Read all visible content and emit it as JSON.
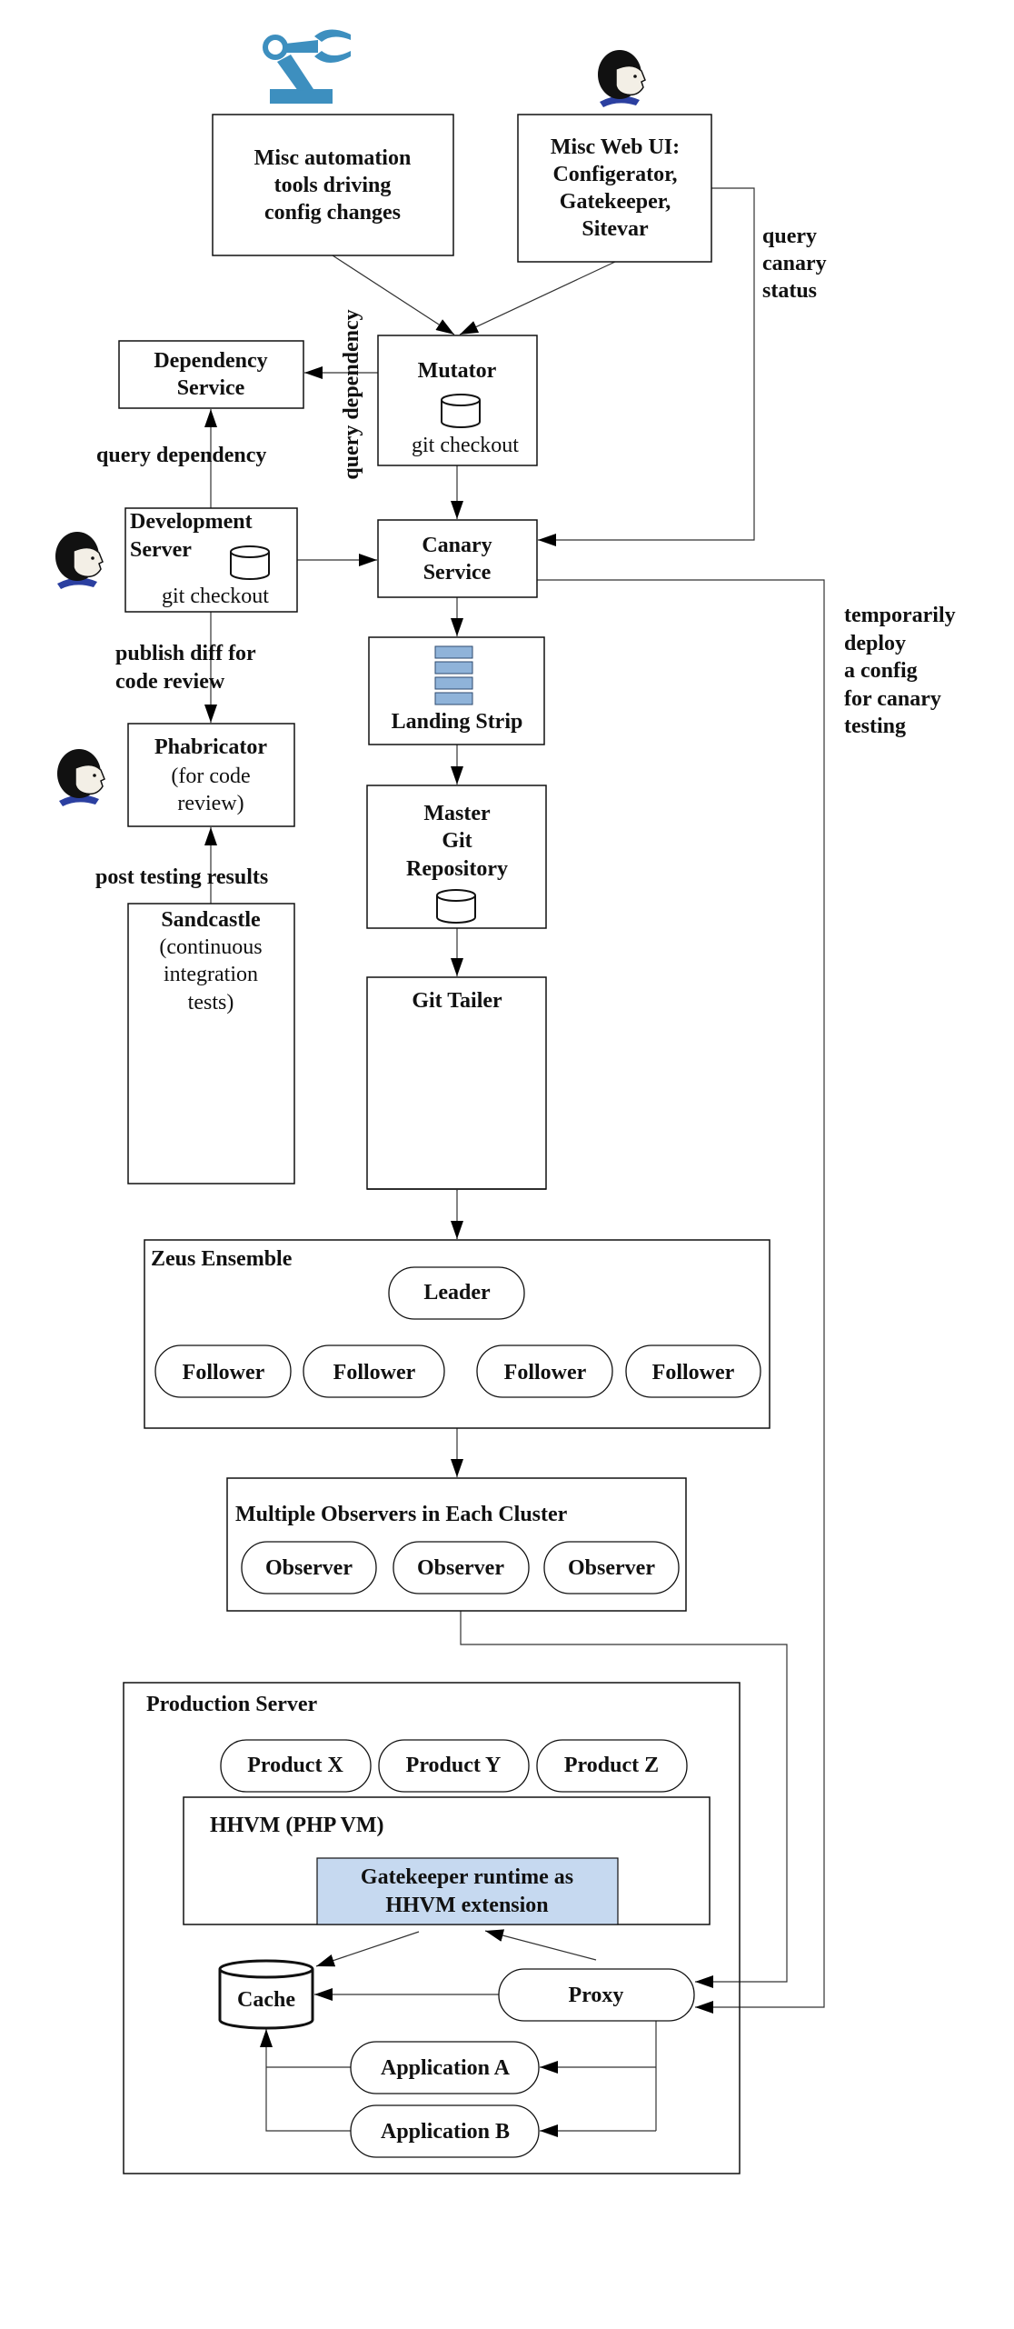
{
  "nodes": {
    "automation": [
      "Misc automation",
      "tools driving",
      "config changes"
    ],
    "web_ui": [
      "Misc Web UI:",
      "Configerator,",
      "Gatekeeper,",
      "Sitevar"
    ],
    "dependency_service": [
      "Dependency",
      "Service"
    ],
    "mutator": {
      "title": "Mutator",
      "sub": "git checkout"
    },
    "dev_server": {
      "title": [
        "Development",
        "Server"
      ],
      "sub": "git checkout"
    },
    "canary": [
      "Canary",
      "Service"
    ],
    "landing_strip": "Landing Strip",
    "phabricator": [
      "Phabricator",
      "(for code",
      "review)"
    ],
    "sandcastle": [
      "Sandcastle",
      "(continuous",
      "integration",
      "tests)"
    ],
    "master_git": [
      "Master",
      "Git",
      "Repository"
    ],
    "git_tailer": "Git Tailer",
    "zeus": {
      "title": "Zeus Ensemble",
      "leader": "Leader",
      "followers": [
        "Follower",
        "Follower",
        "Follower",
        "Follower"
      ]
    },
    "observers": {
      "title": "Multiple Observers in Each Cluster",
      "items": [
        "Observer",
        "Observer",
        "Observer"
      ]
    },
    "production": {
      "title": "Production Server",
      "products": [
        "Product X",
        "Product Y",
        "Product Z"
      ],
      "hhvm": "HHVM (PHP VM)",
      "gatekeeper": [
        "Gatekeeper runtime as",
        "HHVM extension"
      ],
      "cache": "Cache",
      "proxy": "Proxy",
      "apps": [
        "Application A",
        "Application B"
      ]
    }
  },
  "edge_labels": {
    "query_canary_status": [
      "query",
      "canary",
      "status"
    ],
    "query_dependency_vertical": "query dependency",
    "query_dependency": "query dependency",
    "temporarily_deploy": [
      "temporarily",
      "deploy",
      "a config",
      "for canary",
      "testing"
    ],
    "publish_diff": [
      "publish diff for",
      "code review"
    ],
    "post_testing": "post testing results"
  },
  "colors": {
    "robot": "#3d8fbf",
    "gatekeeper_fill": "#c6d9f0",
    "landing_strip_fill": "#8fb3d9",
    "person_shirt": "#2b3fa0"
  },
  "icons": [
    "robot-arm-icon",
    "person-icon",
    "database-icon",
    "queue-icon"
  ]
}
